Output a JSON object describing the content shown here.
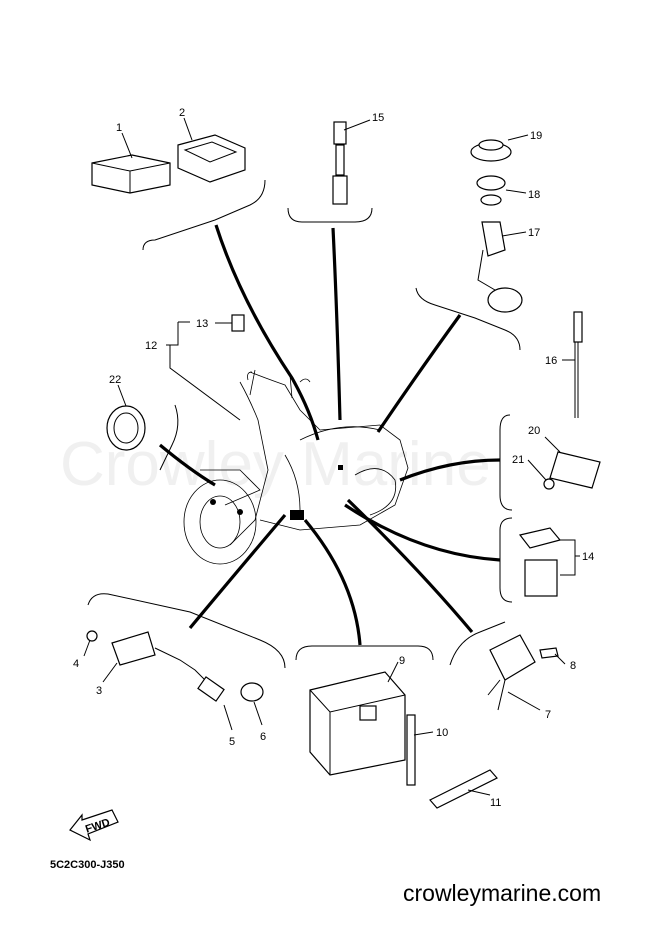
{
  "watermark": "Crowley Marine",
  "diagram_code": "5C2C300-J350",
  "site": "crowleymarine.com",
  "fwd_label": "FWD",
  "callouts": [
    "1",
    "2",
    "3",
    "4",
    "5",
    "6",
    "7",
    "8",
    "9",
    "10",
    "11",
    "12",
    "13",
    "14",
    "15",
    "16",
    "17",
    "18",
    "19",
    "20",
    "21",
    "22"
  ]
}
